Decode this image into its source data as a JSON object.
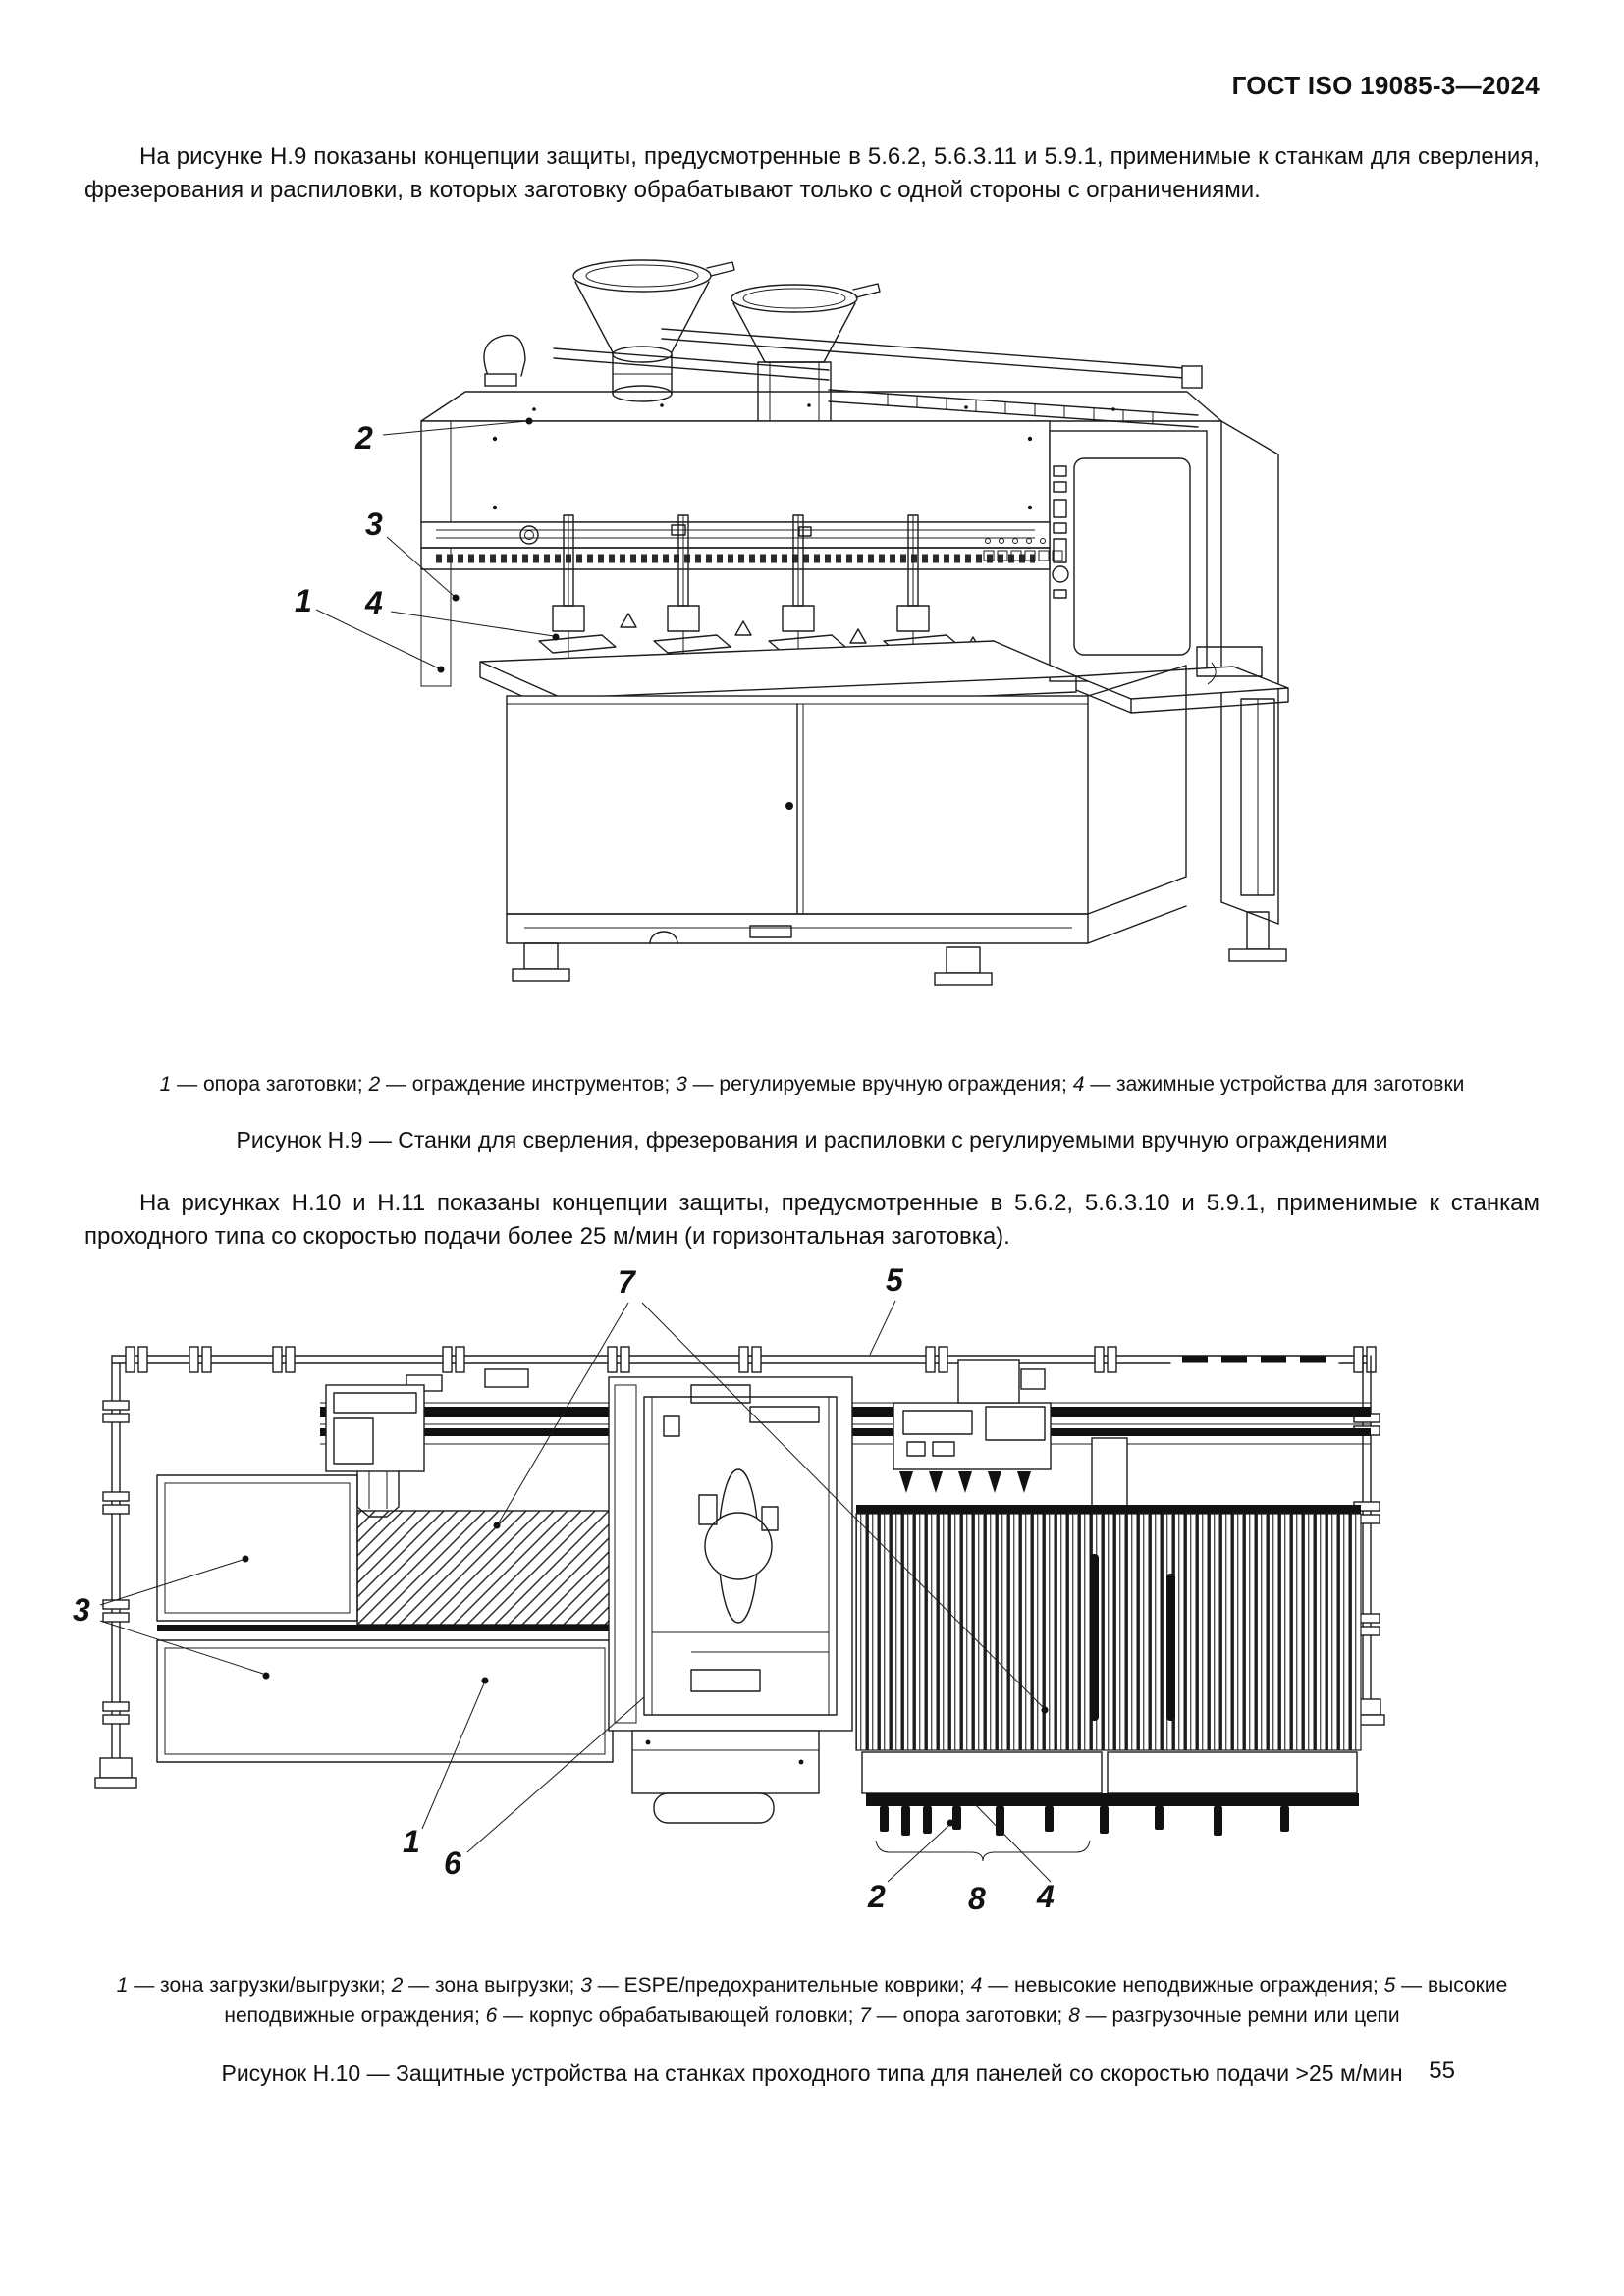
{
  "page": {
    "header": "ГОСТ ISO 19085-3—2024",
    "page_number": "55"
  },
  "paragraphs": {
    "intro1": "На рисунке Н.9 показаны концепции защиты, предусмотренные в 5.6.2, 5.6.3.11 и 5.9.1, применимые к станкам для сверления, фрезерования и распиловки, в которых заготовку обрабатывают только с одной стороны с ограничениями.",
    "intro2": "На рисунках Н.10 и Н.11 показаны концепции защиты, предусмотренные в 5.6.2, 5.6.3.10 и 5.9.1, применимые к станкам проходного типа со скоростью подачи более 25 м/мин (и горизонтальная заготовка)."
  },
  "figure_h9": {
    "callouts": {
      "c1": "1",
      "c2": "2",
      "c3": "3",
      "c4": "4"
    },
    "legend": [
      {
        "num": "1",
        "rest": " — опора заготовки; "
      },
      {
        "num": "2",
        "rest": " — ограждение инструментов; "
      },
      {
        "num": "3",
        "rest": " — регулируемые вручную ограждения; "
      },
      {
        "num": "4",
        "rest": " — зажимные устройства для заготовки"
      }
    ],
    "caption": "Рисунок Н.9 — Станки для сверления, фрезерования и распиловки с регулируемыми вручную ограждениями"
  },
  "figure_h10": {
    "callouts": {
      "c1": "1",
      "c2": "2",
      "c3": "3",
      "c4": "4",
      "c5": "5",
      "c6": "6",
      "c7": "7",
      "c8": "8"
    },
    "legend": [
      {
        "num": "1",
        "rest": " — зона загрузки/выгрузки; "
      },
      {
        "num": "2",
        "rest": " — зона выгрузки; "
      },
      {
        "num": "3",
        "rest": " — ESPE/предохранительные коврики; "
      },
      {
        "num": "4",
        "rest": " — невысокие неподвижные ограждения; "
      },
      {
        "num": "5",
        "rest": " — высокие неподвижные ограждения; "
      },
      {
        "num": "6",
        "rest": " — корпус обрабатывающей головки; "
      },
      {
        "num": "7",
        "rest": " — опора заготовки; "
      },
      {
        "num": "8",
        "rest": " — разгрузочные ремни или цепи"
      }
    ],
    "caption": "Рисунок Н.10 — Защитные устройства на станках проходного типа для панелей со скоростью подачи >25 м/мин"
  }
}
